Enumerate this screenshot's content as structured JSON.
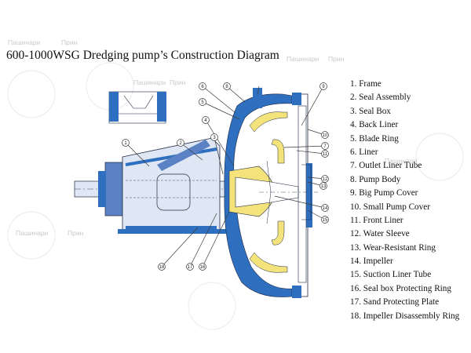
{
  "title": "600-1000WSG Dredging pump’s Construction Diagram",
  "colors": {
    "casing_blue": "#2f6fc0",
    "liner_yellow": "#f4e27a",
    "frame_blue": "#5b82c4",
    "outline": "#1f2a44",
    "leader": "#3a3a3a"
  },
  "parts": [
    "1. Frame",
    "2. Seal Assembly",
    "3. Seal Box",
    "4. Back Liner",
    "5. Blade Ring",
    "6. Liner",
    "7. Outlet Liner Tube",
    "8. Pump Body",
    "9. Big Pump Cover",
    "10. Small Pump Cover",
    "11. Front Liner",
    "12. Water Sleeve",
    "13. Wear-Resistant Ring",
    "14. Impeller",
    "15. Suction Liner Tube",
    "16. Seal box Protecting Ring",
    "17. Sand Protecting Plate",
    "18. Impeller Disassembly Ring"
  ],
  "callouts": [
    "1",
    "2",
    "3",
    "4",
    "5",
    "6",
    "7",
    "8",
    "9",
    "10",
    "11",
    "12",
    "13",
    "14",
    "15",
    "16",
    "17",
    "18"
  ],
  "watermark": {
    "text_a": "Пашинари",
    "text_b": "Прин"
  }
}
